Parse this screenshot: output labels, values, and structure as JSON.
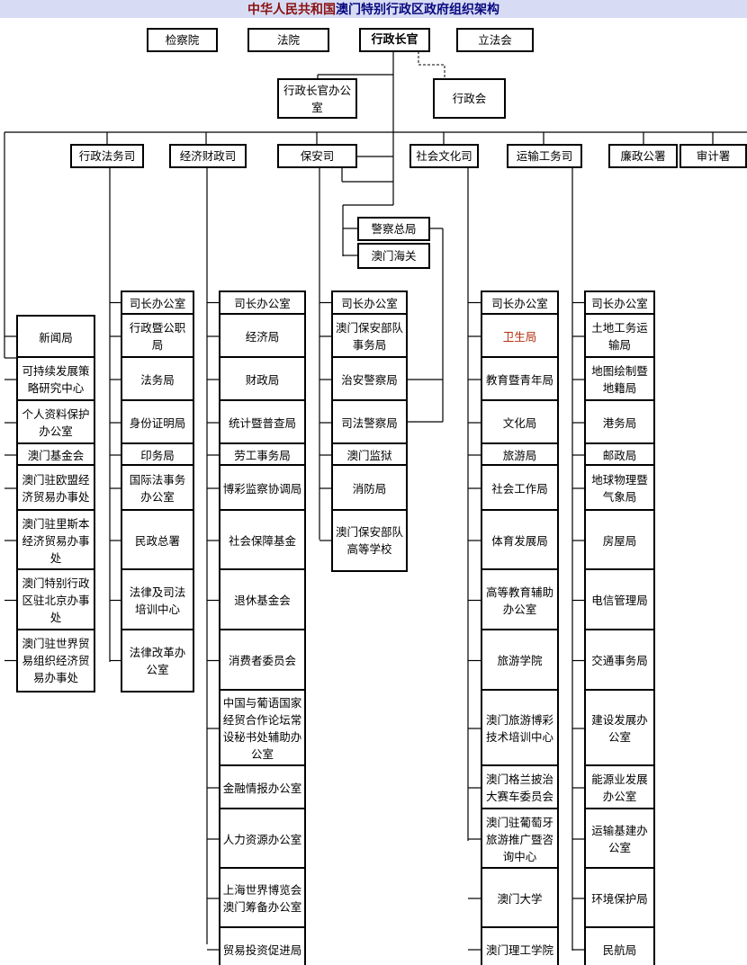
{
  "title": {
    "part1": "中华人民共和国",
    "part2": "澳门特别行政区政府组织架构"
  },
  "top_row": {
    "procuratorate": "检察院",
    "courts": "法院",
    "chief_executive": "行政长官",
    "legislative_assembly": "立法会",
    "ce_office": "行政长官办公室",
    "executive_council": "行政会"
  },
  "secretariats": {
    "admin_justice": "行政法务司",
    "economy_finance": "经济财政司",
    "security": "保安司",
    "social_culture": "社会文化司",
    "transport_works": "运输工务司",
    "ccac": "廉政公署",
    "audit": "审计署"
  },
  "police_customs": {
    "police": "警察总局",
    "customs": "澳门海关"
  },
  "columns": {
    "ce_direct": [
      "新闻局",
      "可持续发展策略研究中心",
      "个人资料保护办公室",
      "澳门基金会",
      "澳门驻欧盟经济贸易办事处",
      "澳门驻里斯本经济贸易办事处",
      "澳门特别行政区驻北京办事处",
      "澳门驻世界贸易组织经济贸易办事处"
    ],
    "admin_justice": [
      "司长办公室",
      "行政暨公职局",
      "法务局",
      "身份证明局",
      "印务局",
      "国际法事务办公室",
      "民政总署",
      "法律及司法培训中心",
      "法律改革办公室"
    ],
    "economy_finance": [
      "司长办公室",
      "经济局",
      "财政局",
      "统计暨普查局",
      "劳工事务局",
      "博彩监察协调局",
      "社会保障基金",
      "退休基金会",
      "消费者委员会",
      "中国与葡语国家经贸合作论坛常设秘书处辅助办公室",
      "金融情报办公室",
      "人力资源办公室",
      "上海世界博览会澳门筹备办公室",
      "贸易投资促进局"
    ],
    "security": [
      "司长办公室",
      "澳门保安部队事务局",
      "治安警察局",
      "司法警察局",
      "澳门监狱",
      "消防局",
      "澳门保安部队高等学校"
    ],
    "social_culture": [
      "司长办公室",
      "卫生局",
      "教育暨青年局",
      "文化局",
      "旅游局",
      "社会工作局",
      "体育发展局",
      "高等教育辅助办公室",
      "旅游学院",
      "澳门旅游博彩技术培训中心",
      "澳门格兰披治大赛车委员会",
      "澳门驻葡萄牙旅游推广暨咨询中心",
      "澳门大学",
      "澳门理工学院"
    ],
    "transport_works": [
      "司长办公室",
      "土地工务运输局",
      "地图绘制暨地籍局",
      "港务局",
      "邮政局",
      "地球物理暨气象局",
      "房屋局",
      "电信管理局",
      "交通事务局",
      "建设发展办公室",
      "能源业发展办公室",
      "运输基建办公室",
      "环境保护局",
      "民航局"
    ]
  },
  "colors": {
    "title_bg": "#d7dcf4",
    "title_text": "#0a0a80",
    "highlight_text": "#b03010",
    "line": "#000000"
  }
}
